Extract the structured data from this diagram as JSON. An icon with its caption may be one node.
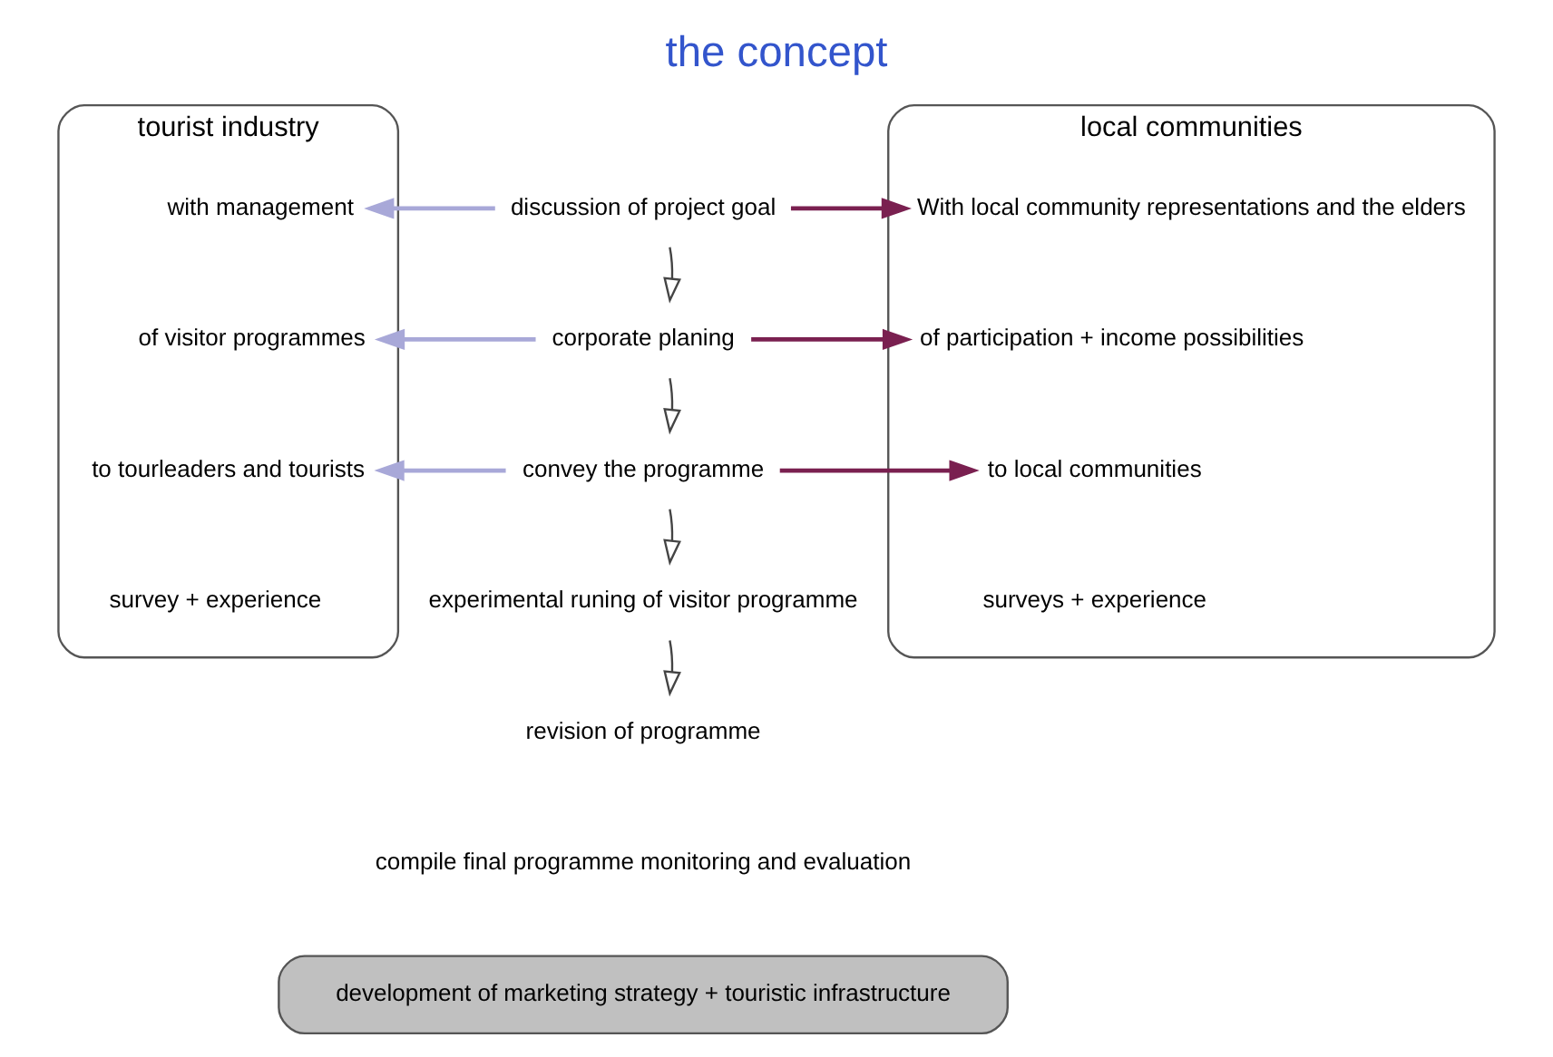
{
  "diagram": {
    "title": "the concept",
    "nodes": [
      {
        "text": [
          "tourist industry"
        ]
      },
      {
        "text": [
          "with management"
        ],
        "in": 0
      },
      {
        "text": [
          "of visitor programmes"
        ],
        "in": 0
      },
      {
        "text": [
          "to tourleaders and tourists"
        ],
        "in": 0
      },
      {
        "text": [
          "local communities"
        ]
      },
      {
        "text": [
          "With local community representations and the elders"
        ],
        "in": 4
      },
      {
        "text": [
          "of participation + income possibilities"
        ],
        "in": 4
      },
      {
        "text": [
          "to local communities"
        ],
        "in": 4
      },
      {
        "text": [
          "discussion of project goal"
        ]
      },
      {
        "text": [
          "corporate planing"
        ]
      },
      {
        "text": [
          "convey the programme"
        ]
      },
      {
        "text": [
          "experimental runing of visitor programme"
        ]
      },
      {
        "text": [
          "revision of programme"
        ]
      },
      {
        "text": [
          "compile final programme monitoring and evaluation"
        ]
      },
      {
        "text": [
          "development of marketing strategy + touristic infrastructure"
        ]
      }
    ],
    "edges": [
      {
        "from": 8,
        "to": 1,
        "arrow": "to",
        "color": "#a8a8d8"
      },
      {
        "from": 8,
        "to": 5,
        "arrow": "to",
        "color": "#7a2050"
      },
      {
        "from": 9,
        "to": 2,
        "arrow": "to",
        "color": "#a8a8d8"
      },
      {
        "from": 9,
        "to": 6,
        "arrow": "to",
        "color": "#7a2050"
      },
      {
        "from": 10,
        "to": 3,
        "arrow": "to",
        "color": "#a8a8d8"
      },
      {
        "from": 10,
        "to": 7,
        "arrow": "to",
        "color": "#7a2050"
      },
      {
        "from": 8,
        "to": 9,
        "arrow": "to"
      },
      {
        "from": 9,
        "to": 10,
        "arrow": "to"
      },
      {
        "from": 10,
        "to": 11,
        "arrow": "to"
      },
      {
        "from": 11,
        "to": 12,
        "arrow": "to"
      }
    ],
    "labels": [
      "survey + experience",
      "surveys + experience"
    ]
  }
}
